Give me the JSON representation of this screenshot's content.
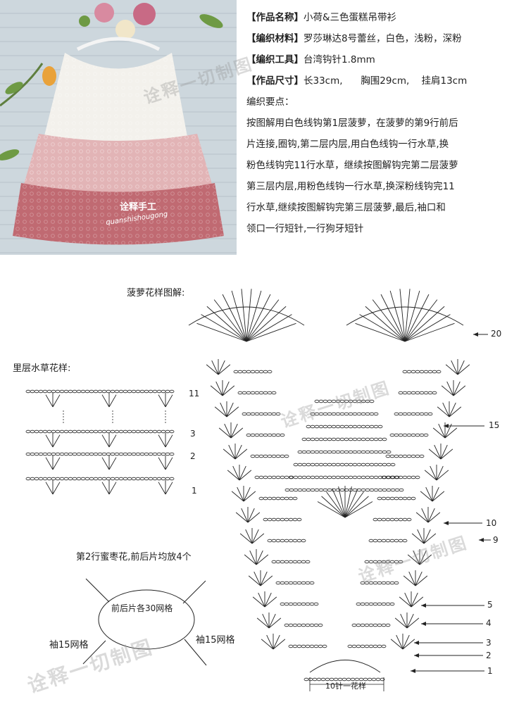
{
  "info": {
    "name_label": "【作品名称】",
    "name_value": "小荷&三色蛋糕吊带衫",
    "material_label": "【编织材料】",
    "material_value": "罗莎琳达8号蕾丝，白色，浅粉，深粉",
    "tool_label": "【编织工具】",
    "tool_value": "台湾钩针1.8mm",
    "size_label": "【作品尺寸】",
    "size_value": "长33cm,      胸围29cm,    挂肩13cm",
    "notes_title": "编织要点：",
    "notes_lines": [
      "按图解用白色线钩第1层菠萝，在菠萝的第9行前后",
      "片连接,圈钩,第二层内层,用白色线钩一行水草,换",
      "粉色线钩完11行水草，继续按图解钩完第二层菠萝",
      "第三层内层,用粉色线钩一行水草,换深粉线钩完11",
      "行水草,继续按图解钩完第三层菠萝,最后,袖口和",
      "领口一行短针,一行狗牙短针"
    ]
  },
  "photo": {
    "logo_text": "诠释手工",
    "logo_sub": "quanshishougong"
  },
  "pattern": {
    "title": "菠萝花样图解:",
    "repeat_label": "10针一花样",
    "row_labels": [
      "20",
      "15",
      "10",
      "9",
      "5",
      "4",
      "3",
      "2",
      "1"
    ]
  },
  "inner": {
    "title": "里层水草花样:",
    "row_labels": [
      "11",
      "3",
      "2",
      "1"
    ]
  },
  "yoke": {
    "note": "第2行蜜枣花,前后片均放4个",
    "center": "前后片各30网格",
    "left_sleeve": "袖15网格",
    "right_sleeve": "袖15网格"
  },
  "watermark": "诠释一切制图",
  "colors": {
    "white_yarn": "#f3f1ec",
    "light_pink": "#e2b4b6",
    "dark_pink": "#c06a72",
    "background": "#ffffff"
  }
}
